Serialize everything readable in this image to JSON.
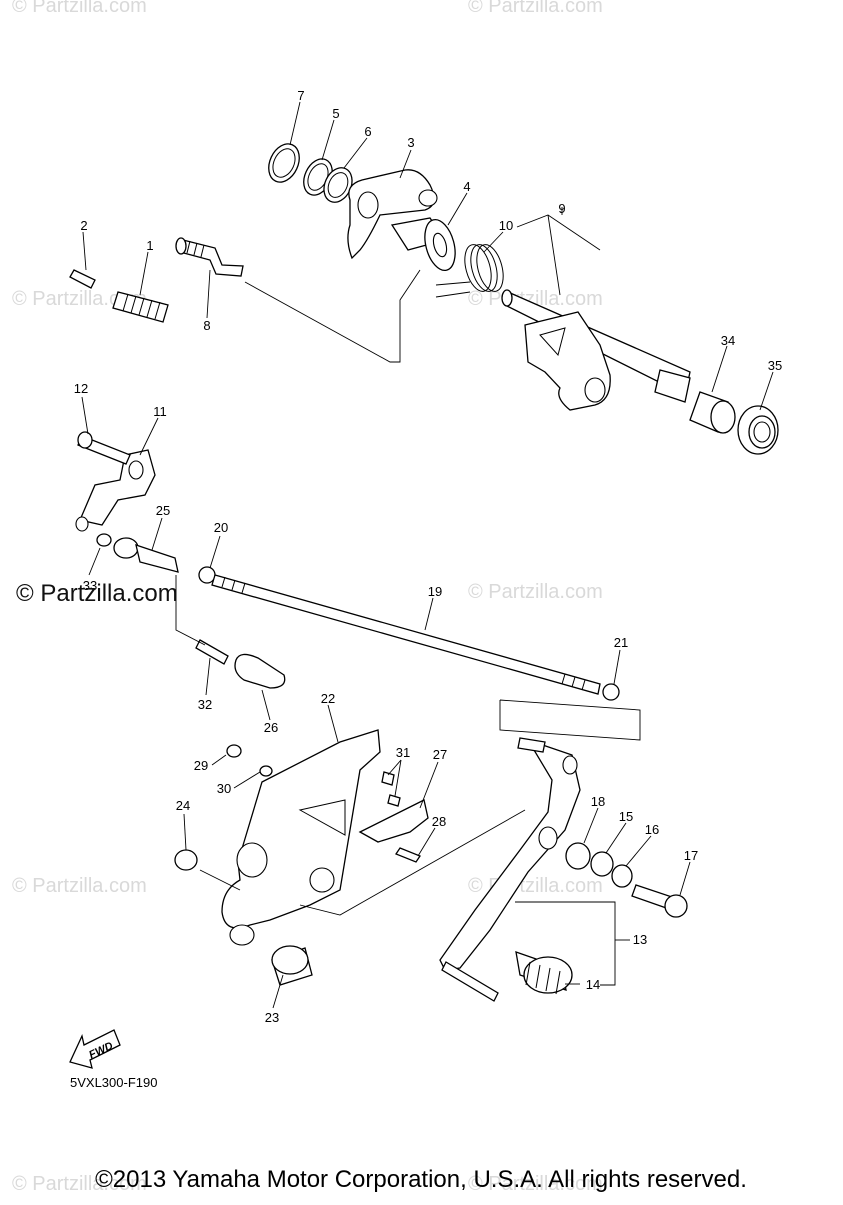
{
  "watermarks": {
    "text": "© Partzilla.com",
    "primary": "© Partzilla.com"
  },
  "callouts": [
    "1",
    "2",
    "3",
    "4",
    "5",
    "6",
    "7",
    "8",
    "9",
    "10",
    "11",
    "12",
    "13",
    "14",
    "15",
    "16",
    "17",
    "18",
    "19",
    "20",
    "21",
    "22",
    "23",
    "24",
    "25",
    "26",
    "27",
    "28",
    "29",
    "30",
    "31",
    "32",
    "33",
    "34",
    "35"
  ],
  "fwd_label": "FWD",
  "diagram_code": "5VXL300-F190",
  "copyright": "©2013 Yamaha Motor Corporation, U.S.A. All rights reserved."
}
